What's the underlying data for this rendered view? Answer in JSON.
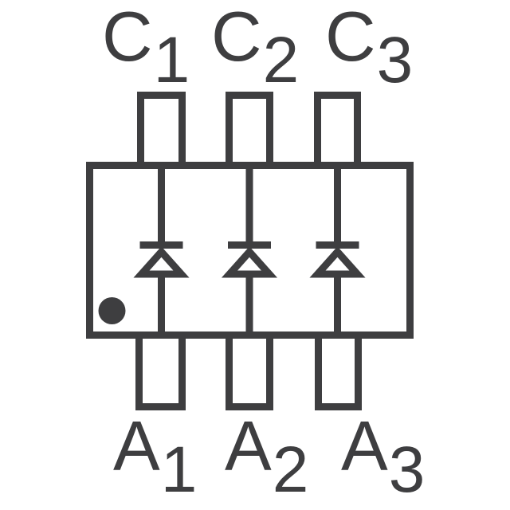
{
  "diagram_title": "",
  "colors": {
    "stroke": "#3e3e40",
    "background": "#ffffff"
  },
  "pins": {
    "top": [
      {
        "letter": "C",
        "subscript": "1"
      },
      {
        "letter": "C",
        "subscript": "2"
      },
      {
        "letter": "C",
        "subscript": "3"
      }
    ],
    "bottom": [
      {
        "letter": "A",
        "subscript": "1"
      },
      {
        "letter": "A",
        "subscript": "2"
      },
      {
        "letter": "A",
        "subscript": "3"
      }
    ]
  }
}
